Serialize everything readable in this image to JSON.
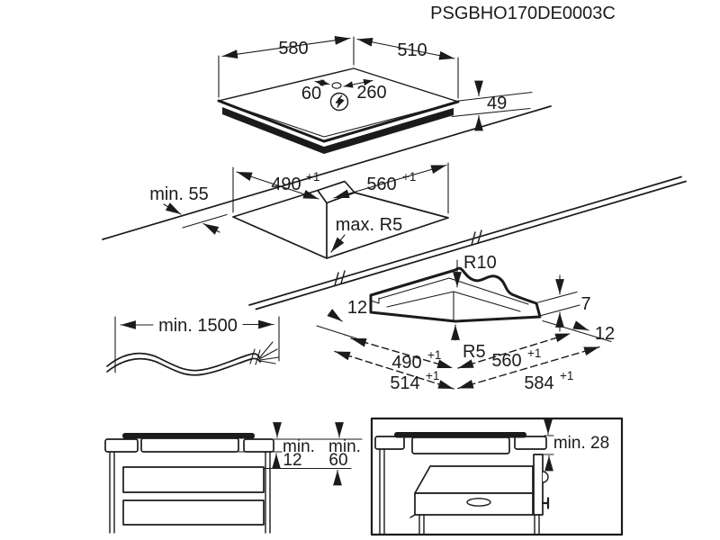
{
  "doc_code": "PSGBHO170DE0003C",
  "colors": {
    "line": "#1b1b1b",
    "background": "#ffffff"
  },
  "hob": {
    "width": "580",
    "depth": "510",
    "gland_offset_1": "60",
    "gland_offset_2": "260",
    "height": "49",
    "power_icon": "lightning-in-circle"
  },
  "cutout": {
    "min_wall_distance": "min. 55",
    "depth": "490",
    "depth_tol": "+1",
    "width": "560",
    "width_tol": "+1",
    "corner_radius": "max. R5"
  },
  "recess": {
    "outer_corner_radius": "R10",
    "rebate_depth": "7",
    "offset_left": "12",
    "offset_right": "12",
    "inner_corner_radius": "R5",
    "inner_depth": "490",
    "inner_depth_tol": "+1",
    "inner_width": "560",
    "inner_width_tol": "+1",
    "outer_depth": "514",
    "outer_depth_tol": "+1",
    "outer_width": "584",
    "outer_width_tol": "+1"
  },
  "cable": {
    "min_length": "min. 1500"
  },
  "drawer_clearance": {
    "min_prefix_a": "min.",
    "value_a": "12",
    "min_prefix_b": "min.",
    "value_b": "60"
  },
  "oven_clearance": {
    "min": "min. 28"
  }
}
